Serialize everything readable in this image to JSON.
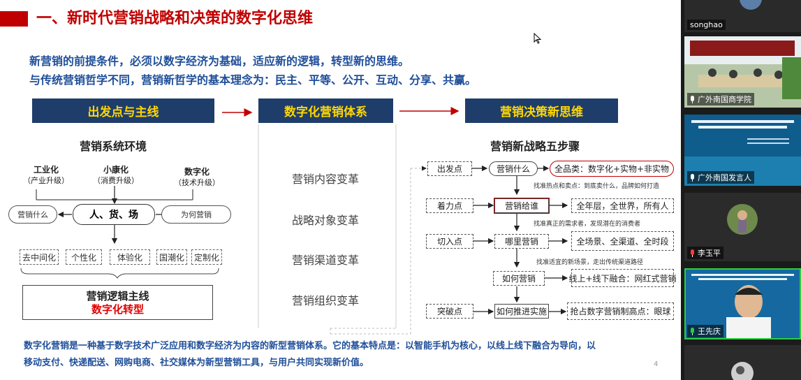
{
  "slide": {
    "title": "一、新时代营销战略和决策的数字化思维",
    "intro_1": "新营销的前提条件，必须以数字经济为基础，适应新的逻辑，转型新的思维。",
    "intro_2": "与传统营销哲学不同，营销新哲学的基本理念为：民主、平等、公开、互动、分享、共赢。",
    "headers": [
      "出发点与主线",
      "数字化营销体系",
      "营销决策新思维"
    ],
    "left": {
      "title": "营销系统环境",
      "stage_1": [
        "工业化",
        "（产业升级）"
      ],
      "stage_2": [
        "小康化",
        "（消费升级）"
      ],
      "stage_3": [
        "数字化",
        "（技术升级）"
      ],
      "left_oval": "营销什么",
      "center_oval": "人、货、场",
      "right_oval": "为何营销",
      "features": [
        "去中间化",
        "个性化",
        "体验化",
        "国潮化",
        "定制化"
      ],
      "logic_title": "营销逻辑主线",
      "logic_sub": "数字化转型"
    },
    "middle": {
      "items": [
        "营销内容变革",
        "战略对象变革",
        "营销渠道变革",
        "营销组织变革"
      ]
    },
    "right": {
      "title": "营销新战略五步骤",
      "steps": [
        {
          "label": "出发点",
          "action": "营销什么",
          "result": "全品类：数字化+实物+非实物",
          "tip": "找准热点和卖点：到底卖什么，品牌如何打造"
        },
        {
          "label": "着力点",
          "action": "营销给谁",
          "result": "全年层，全世界，所有人",
          "tip": "找准真正的需求者，发现潜在的消费者"
        },
        {
          "label": "切入点",
          "action": "哪里营销",
          "result": "全场景、全渠道、全时段",
          "tip": "找准适宜的新场景，走出传统渠道路径"
        },
        {
          "label": "",
          "action": "如何营销",
          "result": "线上+线下融合：网红式营销",
          "tip": ""
        },
        {
          "label": "突破点",
          "action": "如何推进实施",
          "result": "抢占数字营销制高点：眼球",
          "tip": ""
        }
      ]
    },
    "bottom_1": "数字化营销是一种基于数字技术广泛应用和数字经济为内容的新型营销体系。它的基本特点是：以智能手机为核心，以线上线下融合为导向，以",
    "bottom_2": "移动支付、快递配送、网购电商、社交媒体为新型营销工具，与用户共同实现新价值。",
    "page_number": "4"
  },
  "participants": [
    {
      "name": "songhao",
      "mic": "none"
    },
    {
      "name": "广外南国商学院",
      "mic": "white"
    },
    {
      "name": "广外南国发言人",
      "mic": "white"
    },
    {
      "name": "李玉平",
      "mic": "red"
    },
    {
      "name": "王先庆",
      "mic": "green"
    },
    {
      "name": "",
      "mic": "none"
    }
  ],
  "colors": {
    "title_red": "#c00000",
    "intro_blue": "#1f4e99",
    "header_navy": "#1f3d6b",
    "header_text": "#ffd700",
    "active_speaker_border": "#2ecc40"
  }
}
